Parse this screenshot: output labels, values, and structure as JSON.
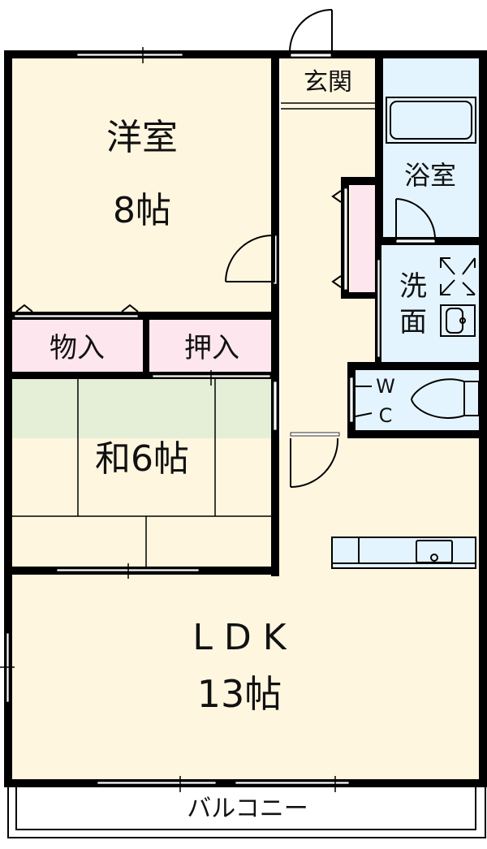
{
  "floorplan": {
    "colors": {
      "wall": "#000000",
      "western_room": "#fff6e0",
      "storage": "#fde6ee",
      "tatami": "#e5eed6",
      "wet_area": "#e4f4fe",
      "balcony": "#ffffff"
    },
    "rooms": {
      "western": {
        "name": "洋室",
        "size": "8帖"
      },
      "entrance": {
        "name": "玄関"
      },
      "bath": {
        "name": "浴室"
      },
      "washroom": {
        "name_line1": "洗",
        "name_line2": "面"
      },
      "toilet": {
        "name_line1": "W",
        "name_line2": "C"
      },
      "storage1": {
        "name": "物入"
      },
      "closet": {
        "name": "押入"
      },
      "japanese": {
        "name": "和6帖"
      },
      "ldk": {
        "name": "L D K",
        "size": "13帖"
      },
      "balcony": {
        "name": "バルコニー"
      }
    }
  }
}
